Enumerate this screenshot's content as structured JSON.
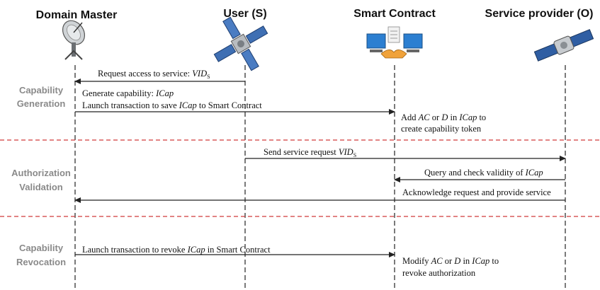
{
  "participants": [
    {
      "id": "dm",
      "name": "Domain Master",
      "icon": "satellite-dish-icon"
    },
    {
      "id": "user",
      "name": "User (S)",
      "icon": "satellite-icon"
    },
    {
      "id": "sc",
      "name": "Smart Contract",
      "icon": "smart-contract-icon"
    },
    {
      "id": "sp",
      "name": "Service provider (O)",
      "icon": "satellite-icon"
    }
  ],
  "phases": [
    {
      "id": "gen",
      "lines": [
        "Capability",
        "Generation"
      ]
    },
    {
      "id": "auth",
      "lines": [
        "Authorization",
        "Validation"
      ]
    },
    {
      "id": "rev",
      "lines": [
        "Capability",
        "Revocation"
      ]
    }
  ],
  "messages": [
    {
      "id": "m1",
      "from": "user",
      "to": "dm",
      "arrow": true,
      "parts": [
        [
          "Request access to service: ",
          ""
        ],
        [
          "VID",
          "it"
        ],
        [
          "S",
          "sub"
        ]
      ]
    },
    {
      "id": "m2",
      "from": "dm",
      "to": "dm",
      "arrow": false,
      "parts": [
        [
          "Generate capability: ",
          ""
        ],
        [
          "ICap",
          "it"
        ]
      ]
    },
    {
      "id": "m3",
      "from": "dm",
      "to": "sc",
      "arrow": true,
      "parts": [
        [
          "Launch transaction to save ",
          ""
        ],
        [
          "ICap",
          "it"
        ],
        [
          " to Smart Contract",
          ""
        ]
      ]
    },
    {
      "id": "m4",
      "from": "sc",
      "to": "sc",
      "arrow": false,
      "parts": [
        [
          "Add ",
          ""
        ],
        [
          "AC",
          "it"
        ],
        [
          " or ",
          ""
        ],
        [
          "D",
          "it"
        ],
        [
          " in ",
          ""
        ],
        [
          "ICap",
          "it"
        ],
        [
          " to",
          ""
        ]
      ]
    },
    {
      "id": "m4b",
      "from": "sc",
      "to": "sc",
      "arrow": false,
      "parts": [
        [
          "create capability token",
          ""
        ]
      ]
    },
    {
      "id": "m5",
      "from": "user",
      "to": "sp",
      "arrow": true,
      "parts": [
        [
          "Send service request ",
          ""
        ],
        [
          "VID",
          "it"
        ],
        [
          "S",
          "sub"
        ]
      ]
    },
    {
      "id": "m6",
      "from": "sp",
      "to": "sc",
      "arrow": true,
      "parts": [
        [
          "Query and check validity of ",
          ""
        ],
        [
          "ICap",
          "it"
        ]
      ]
    },
    {
      "id": "m7",
      "from": "sp",
      "to": "dm",
      "arrow": true,
      "parts": [
        [
          "Acknowledge request and provide service",
          ""
        ]
      ]
    },
    {
      "id": "m8",
      "from": "dm",
      "to": "sc",
      "arrow": true,
      "parts": [
        [
          "Launch transaction to revoke ",
          ""
        ],
        [
          "ICap",
          "it"
        ],
        [
          " in Smart Contract",
          ""
        ]
      ]
    },
    {
      "id": "m9",
      "from": "sc",
      "to": "sc",
      "arrow": false,
      "parts": [
        [
          "Modify ",
          ""
        ],
        [
          "AC",
          "it"
        ],
        [
          " or ",
          ""
        ],
        [
          "D",
          "it"
        ],
        [
          " in ",
          ""
        ],
        [
          "ICap",
          "it"
        ],
        [
          " to",
          ""
        ]
      ]
    },
    {
      "id": "m9b",
      "from": "sc",
      "to": "sc",
      "arrow": false,
      "parts": [
        [
          "revoke authorization",
          ""
        ]
      ]
    }
  ],
  "colors": {
    "separator": "#d03a3a",
    "phase_text": "#8a8a8a",
    "line": "#222222"
  }
}
